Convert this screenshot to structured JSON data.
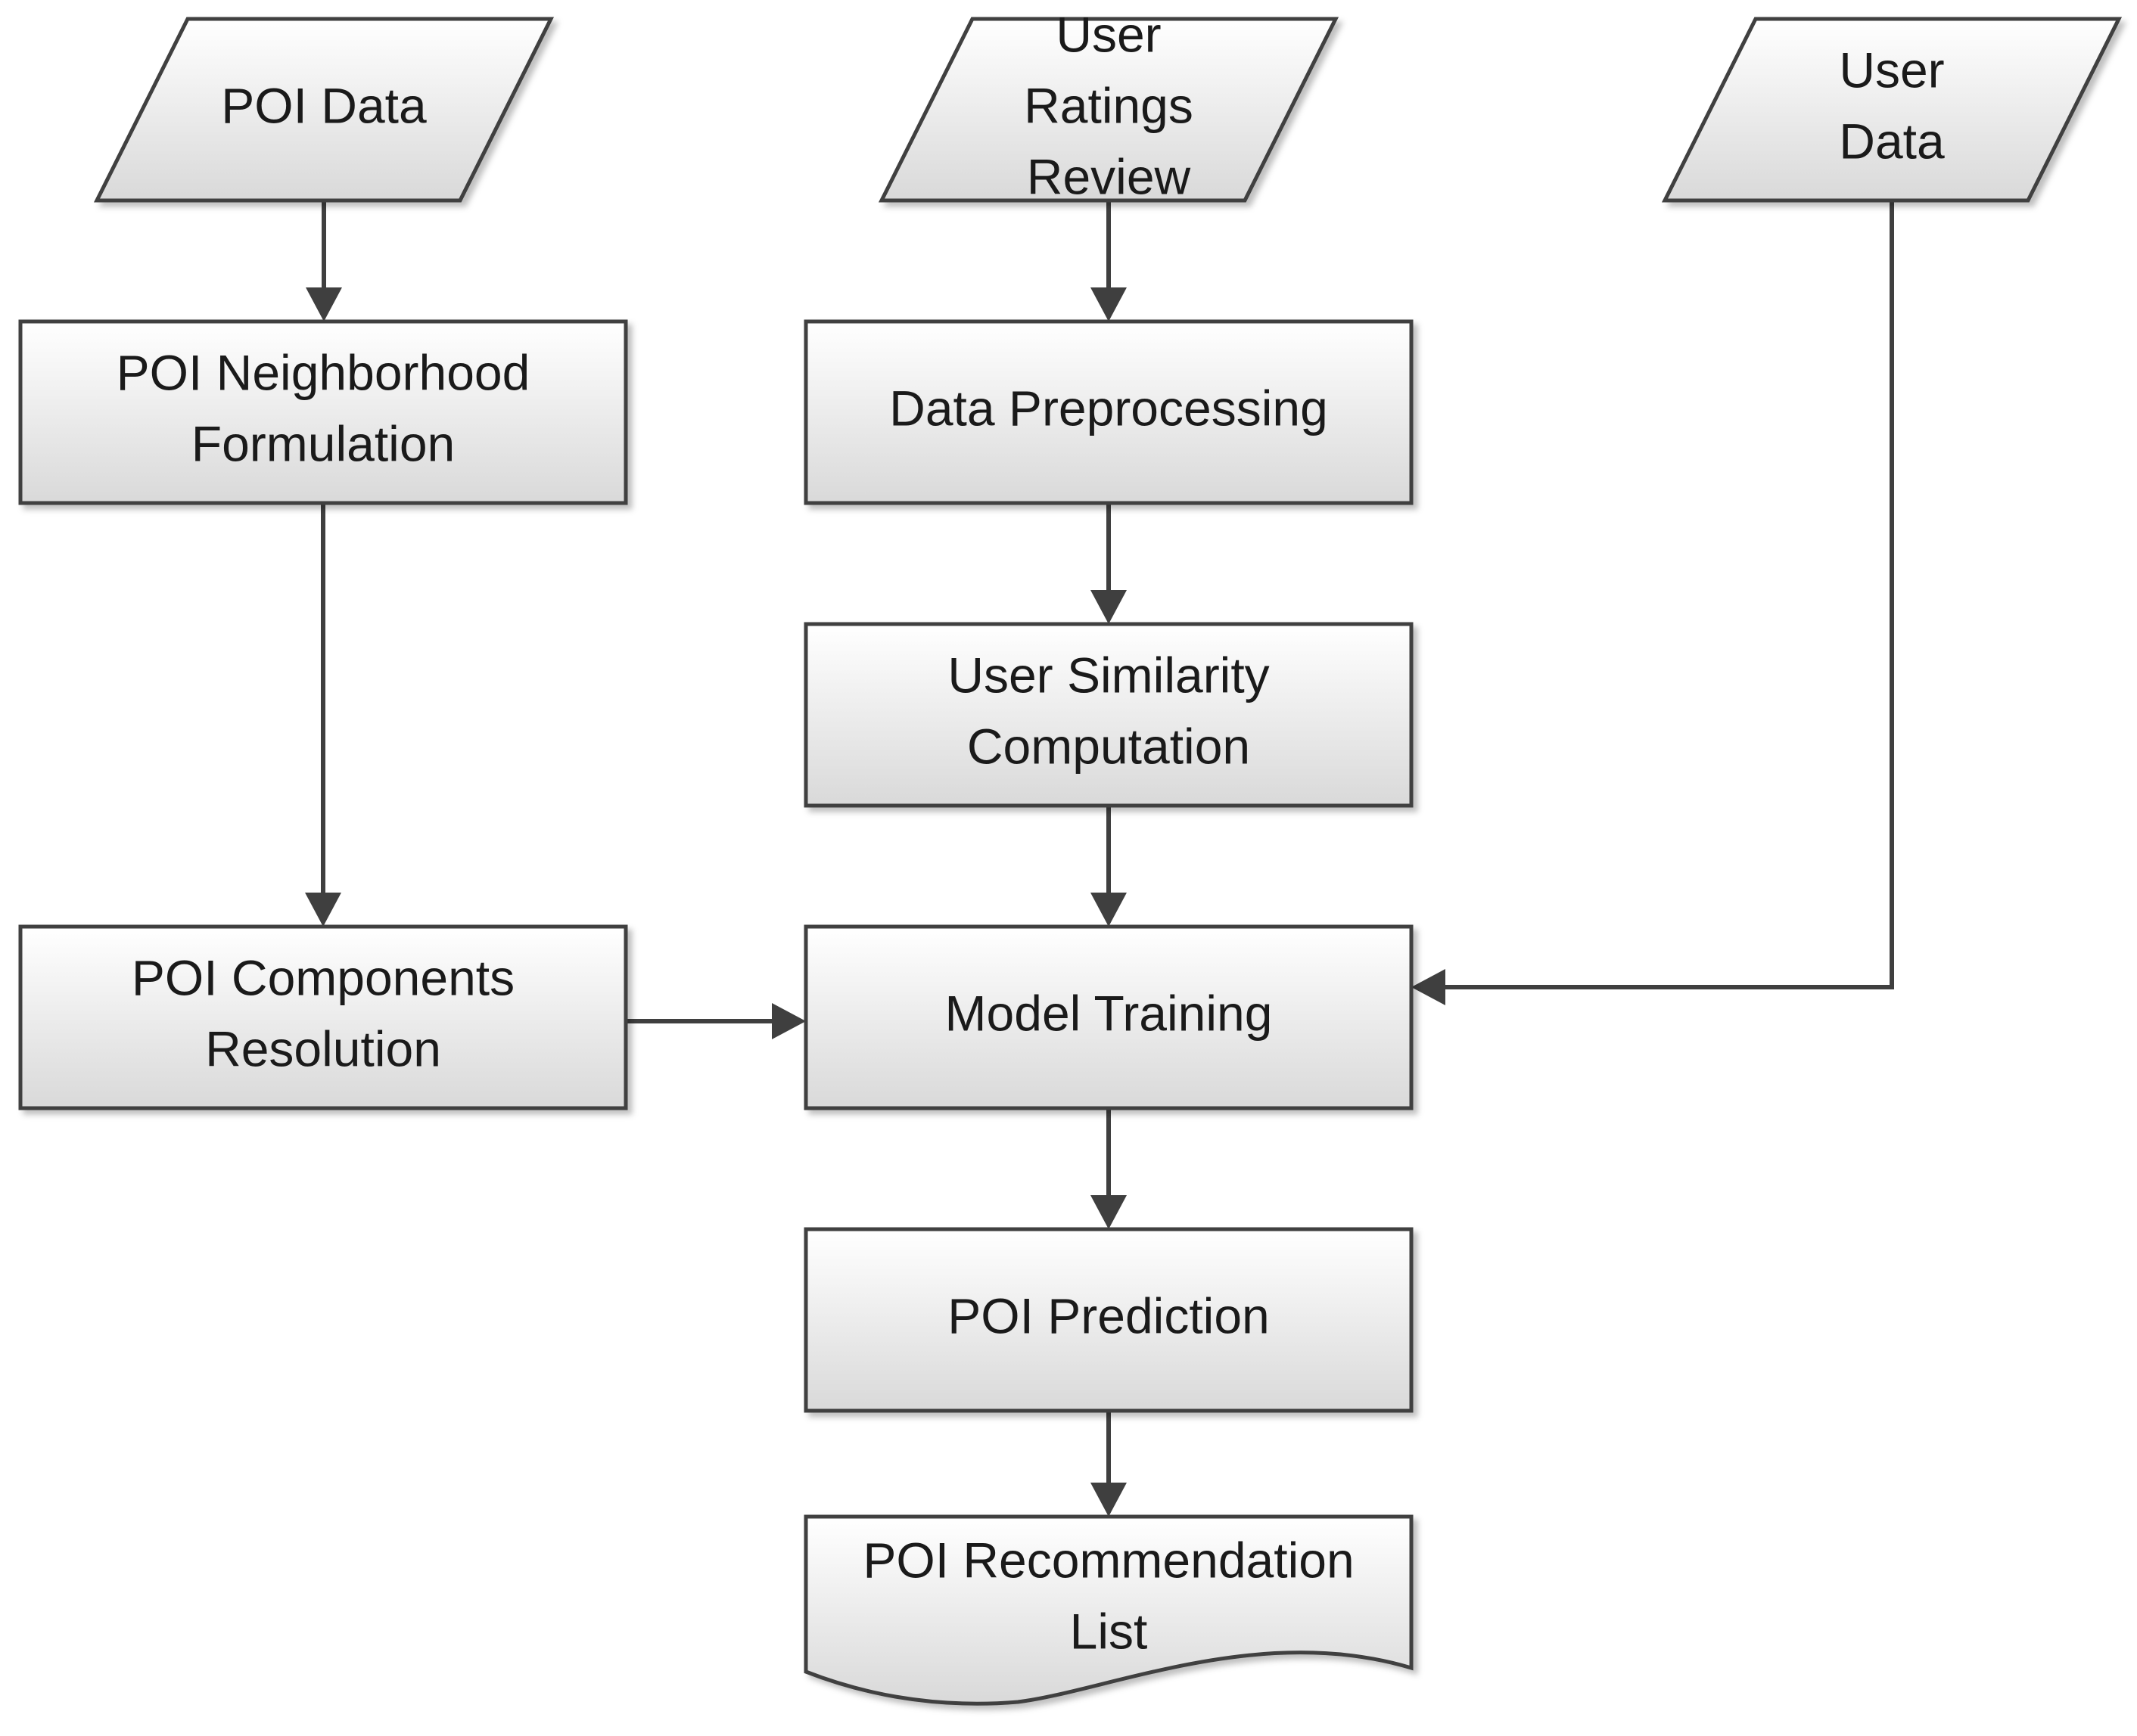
{
  "nodes": {
    "poi_data": {
      "type": "data",
      "lines": [
        "POI Data"
      ]
    },
    "user_ratings": {
      "type": "data",
      "lines": [
        "User",
        "Ratings",
        "Review"
      ]
    },
    "user_data": {
      "type": "data",
      "lines": [
        "User",
        "Data"
      ]
    },
    "poi_neighborhood": {
      "type": "process",
      "lines": [
        "POI Neighborhood",
        "Formulation"
      ]
    },
    "data_preprocessing": {
      "type": "process",
      "lines": [
        "Data Preprocessing"
      ]
    },
    "user_similarity": {
      "type": "process",
      "lines": [
        "User Similarity",
        "Computation"
      ]
    },
    "poi_components": {
      "type": "process",
      "lines": [
        "POI Components",
        "Resolution"
      ]
    },
    "model_training": {
      "type": "process",
      "lines": [
        "Model Training"
      ]
    },
    "poi_prediction": {
      "type": "process",
      "lines": [
        "POI Prediction"
      ]
    },
    "poi_recommendation": {
      "type": "document",
      "lines": [
        "POI Recommendation",
        "List"
      ]
    }
  },
  "edges": [
    {
      "from": "poi_data",
      "to": "poi_neighborhood"
    },
    {
      "from": "poi_neighborhood",
      "to": "poi_components"
    },
    {
      "from": "poi_components",
      "to": "model_training"
    },
    {
      "from": "user_ratings",
      "to": "data_preprocessing"
    },
    {
      "from": "data_preprocessing",
      "to": "user_similarity"
    },
    {
      "from": "user_similarity",
      "to": "model_training"
    },
    {
      "from": "user_data",
      "to": "model_training"
    },
    {
      "from": "model_training",
      "to": "poi_prediction"
    },
    {
      "from": "poi_prediction",
      "to": "poi_recommendation"
    }
  ],
  "colors": {
    "stroke": "#3f3f3f",
    "fill_top": "#ffffff",
    "fill_bottom": "#d9d9d9",
    "text": "#1a1a1a"
  }
}
